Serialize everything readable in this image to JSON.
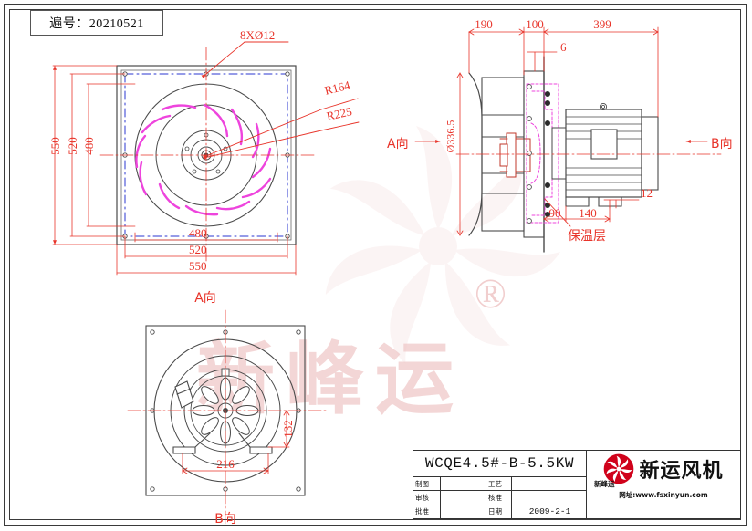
{
  "sheet": {
    "code_label": "遍号：20210521",
    "watermark_text": "新峰运",
    "watermark_reg": "®"
  },
  "views": {
    "front": {
      "name_label": "A向",
      "callouts": [
        {
          "id": "holes",
          "text": "8XØ12"
        },
        {
          "id": "r164",
          "text": "R164"
        },
        {
          "id": "r225",
          "text": "R225"
        }
      ],
      "dims_vertical": [
        "550",
        "520",
        "480"
      ],
      "dims_horizontal": [
        "480",
        "520",
        "550"
      ]
    },
    "side": {
      "dims_top": [
        "190",
        "100",
        "399"
      ],
      "dim_six": "6",
      "dim_diameter": "Ø336.5",
      "dims_bottom": [
        "90",
        "140"
      ],
      "dim_twelve": "12",
      "note_insulation": "保温层",
      "arrow_left_label": "A向",
      "arrow_right_label": "B向"
    },
    "bottom": {
      "name_label": "B向",
      "dim_width": "216",
      "dim_height": "132"
    }
  },
  "title_block": {
    "model": "WCQE4.5#-B-5.5KW",
    "rows": [
      {
        "label": "制图",
        "value": "",
        "label2": "工艺",
        "value2": ""
      },
      {
        "label": "审核",
        "value": "",
        "label2": "核准",
        "value2": ""
      }
    ],
    "last_row": {
      "label": "批准",
      "value": "",
      "date_label": "日期",
      "date_value": "2009-2-1"
    },
    "company": {
      "name": "新运风机",
      "logo_text": "新峰运",
      "url": "网址:www.fsxinyun.com"
    }
  },
  "colors": {
    "dimension_red": "#e8342a",
    "outline_gray": "#4a4a4a",
    "blade_magenta": "#ee44dd",
    "bolt_blue": "#2b37d0",
    "watermark_pink": "#f0c9c9",
    "logo_red": "#d0021b"
  }
}
